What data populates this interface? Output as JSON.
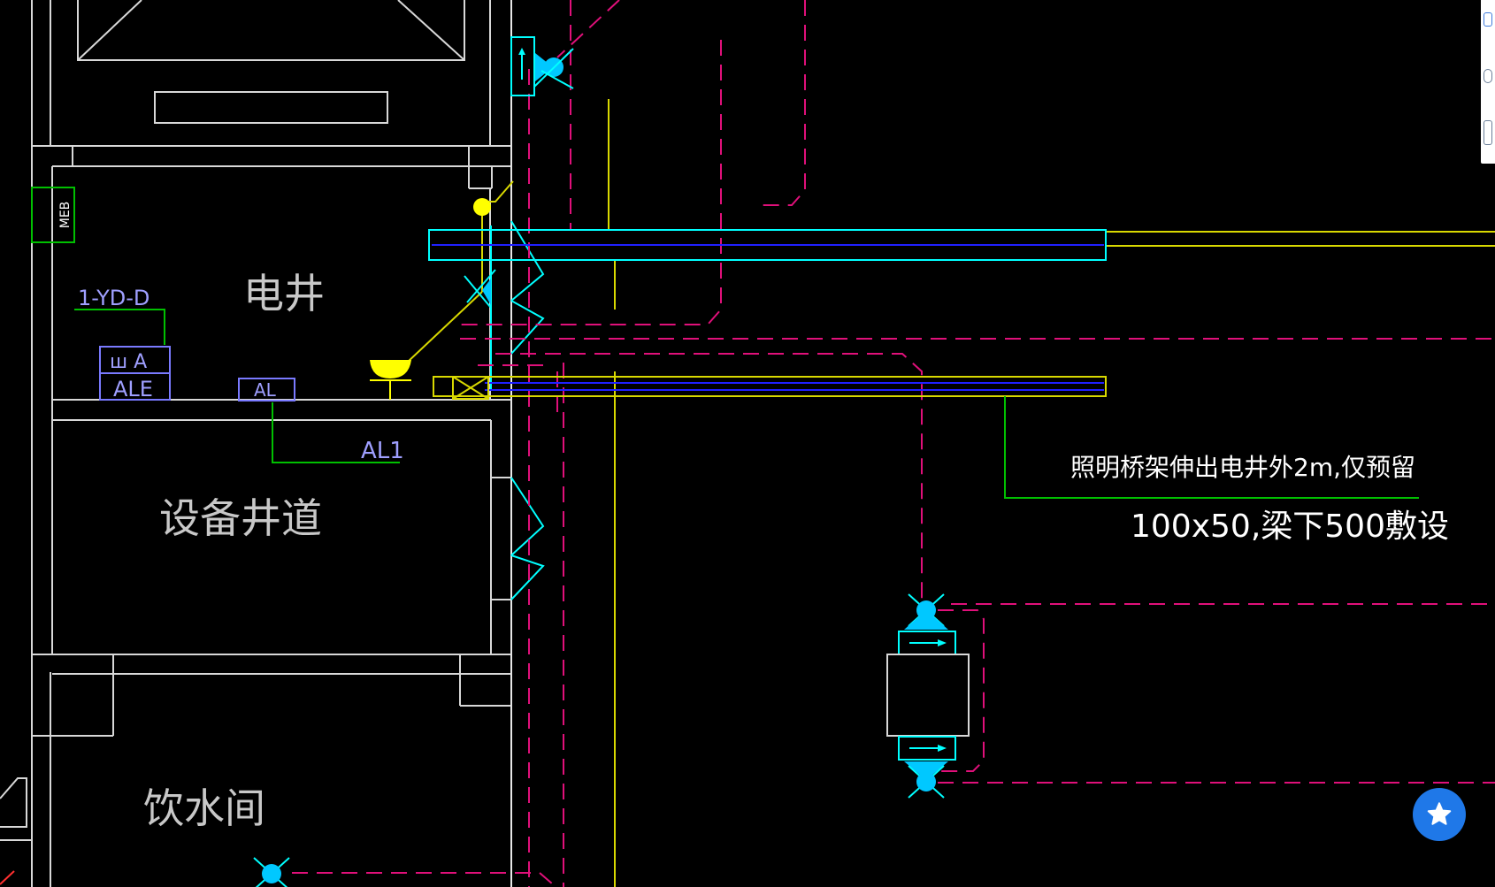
{
  "drawing": {
    "rooms": {
      "elec_shaft": "电井",
      "equipment_shaft": "设备井道",
      "water_room": "饮水间"
    },
    "labels": {
      "meb": "MEB",
      "circuit": "1-YD-D",
      "panel_top": "ш A",
      "panel_ale": "ALE",
      "panel_al": "AL",
      "circuit_al1": "AL1"
    },
    "notes": {
      "tray_note_1": "照明桥架伸出电井外2m,仅预留",
      "tray_note_2": "100x50,梁下500敷设"
    },
    "colors": {
      "background": "#000000",
      "wall": "#ffffff",
      "cable_tray": "#00ffff",
      "tray_inner": "#2020ff",
      "light_tray": "#ffff00",
      "dashed_pipe": "#e0107a",
      "leader": "#00c000",
      "fixture": "#00c8ff",
      "label_text": "#9f9fff"
    }
  },
  "ui": {
    "favorite_button_icon": "star-icon",
    "toolbar_icons": [
      "square-icon",
      "circle-icon",
      "panel-icon"
    ]
  }
}
